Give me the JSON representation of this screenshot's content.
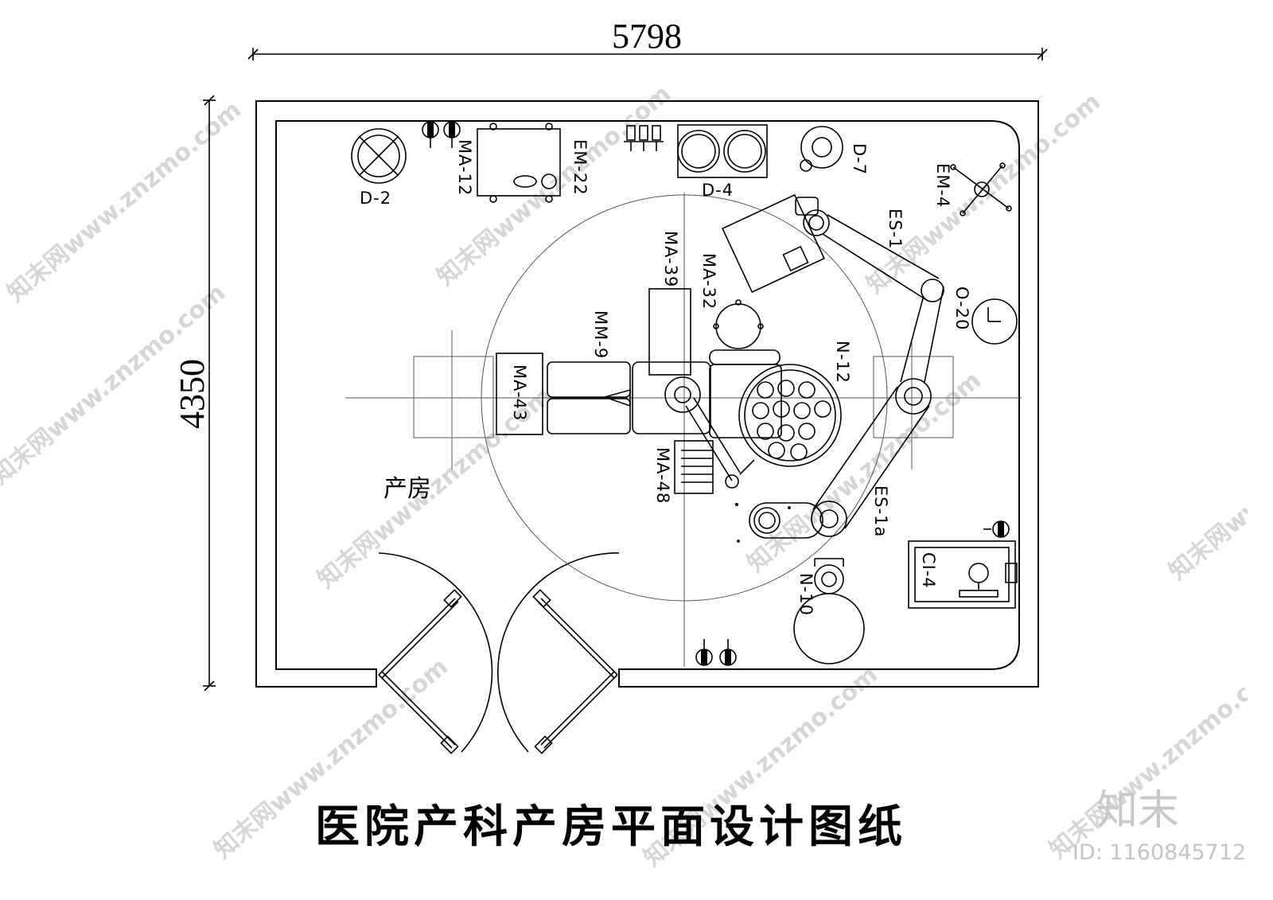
{
  "dimensions": {
    "width_label": "5798",
    "height_label": "4350"
  },
  "room_name": "产房",
  "drawing_title": "医院产科产房平面设计图纸",
  "equipment_labels": {
    "d2": "D-2",
    "ma12": "MA-12",
    "em22": "EM-22",
    "d4": "D-4",
    "d7": "D-7",
    "em4": "EM-4",
    "es1": "ES-1",
    "o20": "O-20",
    "ma39": "MA-39",
    "ma32": "MA-32",
    "mm9": "MM-9",
    "n12": "N-12",
    "ma43": "MA-43",
    "ma48": "MA-48",
    "es1a": "ES-1a",
    "ci4": "CI-4",
    "n10": "N-10"
  },
  "watermark": {
    "text": "知末网www.znzmo.com",
    "brand": "知末",
    "id": "ID: 1160845712"
  },
  "colors": {
    "line": "#000000",
    "watermark": "#d6d6d6",
    "background": "#ffffff"
  }
}
